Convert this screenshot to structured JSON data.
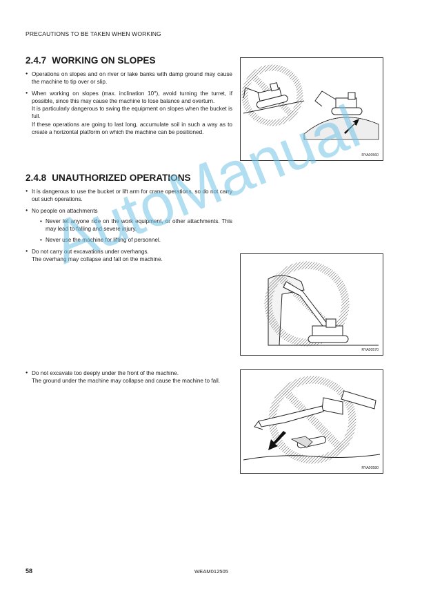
{
  "header": {
    "running_title": "PRECAUTIONS TO BE TAKEN WHEN WORKING"
  },
  "sections": [
    {
      "number": "2.4.7",
      "title": "WORKING ON SLOPES",
      "bullets": [
        {
          "paragraphs": [
            "Operations on slopes and on river or lake banks with damp ground may cause the machine to tip over or slip."
          ]
        },
        {
          "paragraphs": [
            "When working on slopes (max. inclination 10°), avoid turning the turret, if possible, since this may cause the machine to lose balance and overturn.",
            "It is particularly dangerous to swing the equipment on slopes when the bucket is full.",
            "If these operations are going to last long, accumulate soil in such a way as to create a horizontal platform on which the machine can be positioned."
          ]
        }
      ]
    },
    {
      "number": "2.4.8",
      "title": "UNAUTHORIZED OPERATIONS",
      "bullets": [
        {
          "paragraphs": [
            "It is dangerous to use the bucket or lift arm for crane operations, so do not carry out such operations."
          ]
        },
        {
          "paragraphs": [
            "No people on attachments"
          ],
          "sub": [
            "Never let anyone ride on the work equipment, or other attachments. This may lead to falling and severe injury.",
            "Never use the machine for lifting of personnel."
          ]
        },
        {
          "paragraphs": [
            "Do not carry out excavations under overhangs.",
            "The overhang may collapse and fall on the machine."
          ]
        }
      ]
    }
  ],
  "extra_bullet": {
    "paragraphs": [
      "Do not excavate too deeply under the front of the machine.",
      "The ground under the machine may collapse and cause the machine to fall."
    ]
  },
  "figures": [
    {
      "code": "RYA00560"
    },
    {
      "code": "RYA00570"
    },
    {
      "code": "RYA00580"
    }
  ],
  "watermark": {
    "text": "AutoManual"
  },
  "footer": {
    "page_number": "58",
    "doc_code": "WEAM012505"
  }
}
